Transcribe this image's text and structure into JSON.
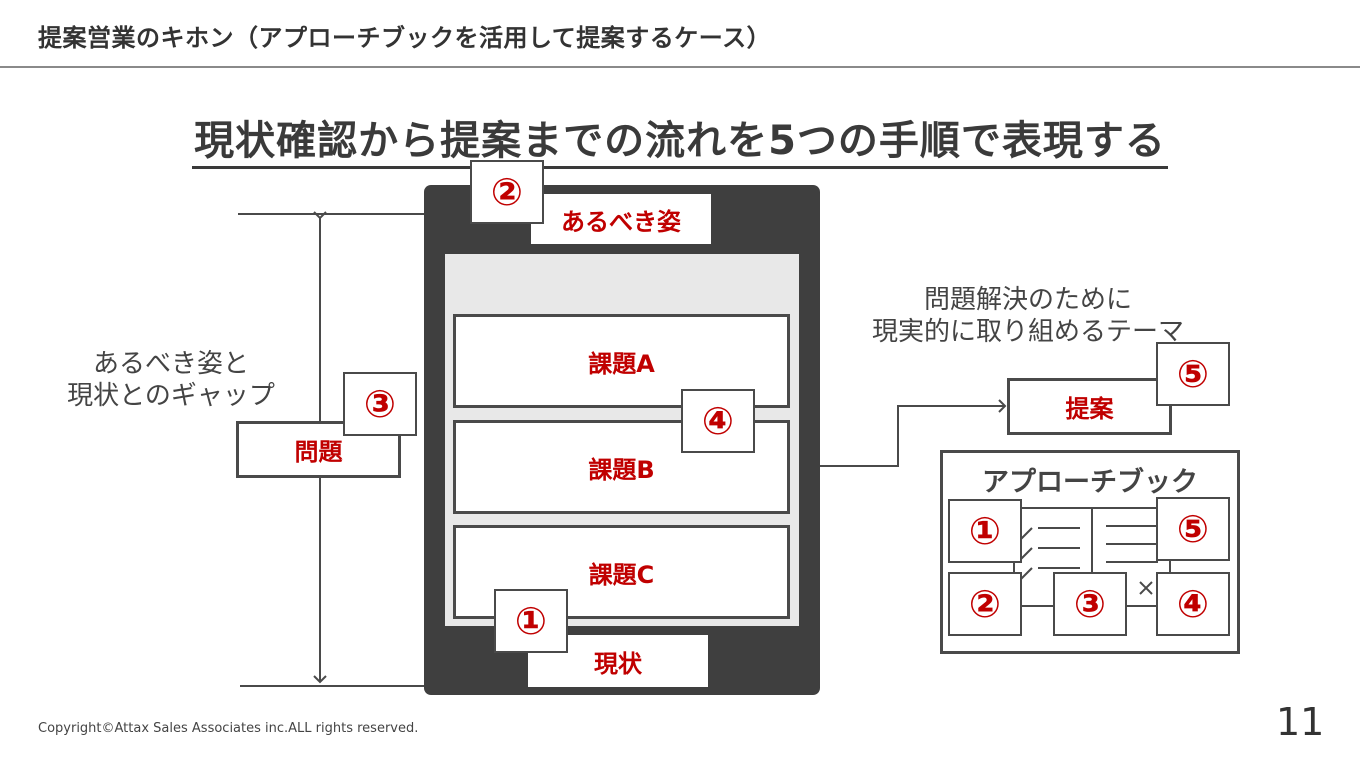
{
  "header": {
    "title": "提案営業のキホン（アプローチブックを活用して提案するケース）"
  },
  "heading": "現状確認から提案までの流れを5つの手順で表現する",
  "frame": {
    "ideal_label": "あるべき姿",
    "current_label": "現状",
    "issues": [
      "課題A",
      "課題B",
      "課題C"
    ]
  },
  "gap": {
    "description_lines": [
      "あるべき姿と",
      "現状とのギャップ"
    ],
    "label": "問題"
  },
  "proposal": {
    "note_lines": [
      "問題解決のために",
      "現実的に取り組めるテーマ"
    ],
    "label": "提案"
  },
  "approach_book": {
    "title": "アプローチブック"
  },
  "step_numbers": {
    "s1": "①",
    "s2": "②",
    "s3": "③",
    "s4": "④",
    "s5": "⑤"
  },
  "colors": {
    "accent": "#c00000",
    "dark": "#3f3f3f",
    "inner": "#e8e8e8"
  },
  "footer": {
    "copyright": "Copyright©Attax Sales Associates inc.ALL rights reserved.",
    "page_number": "11"
  }
}
